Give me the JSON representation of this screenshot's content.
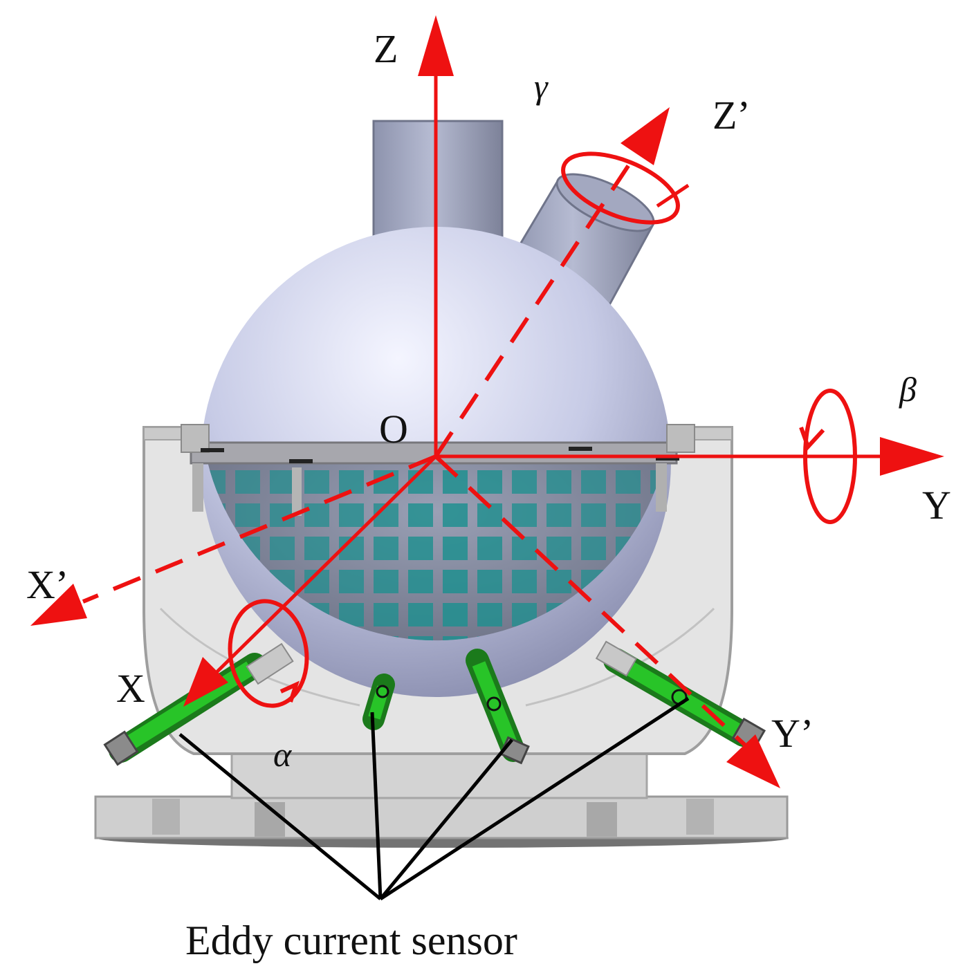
{
  "axes": {
    "z": "Z",
    "z_prime": "Z’",
    "y": "Y",
    "y_prime": "Y’",
    "x": "X",
    "x_prime": "X’",
    "origin": "O"
  },
  "rotations": {
    "alpha": "α",
    "beta": "β",
    "gamma": "γ"
  },
  "caption": "Eddy current sensor",
  "colors": {
    "axis_red": "#ee1111",
    "sphere_top": "#c9cce6",
    "coil_teal": "#1f8f8f",
    "housing_grey": "#bdbdbd",
    "sensor_green": "#22bb22",
    "leader_black": "#000000"
  }
}
